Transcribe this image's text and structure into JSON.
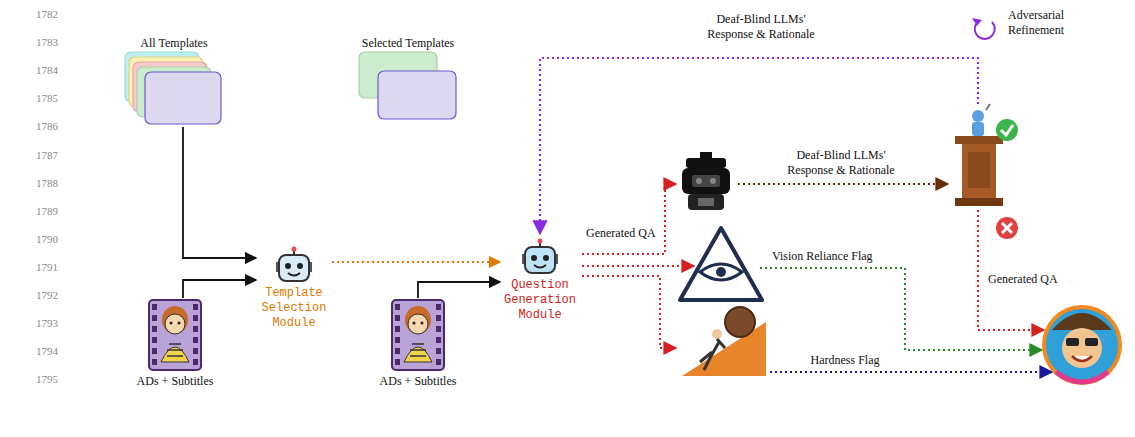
{
  "diagram": {
    "nodes": [
      {
        "text": [
          "All Templates"
        ]
      },
      {
        "text": [
          "ADs + Subtitles"
        ]
      },
      {
        "text": [
          "Template Selection Module"
        ]
      },
      {
        "text": [
          "Selected Templates"
        ]
      },
      {
        "text": [
          "ADs + Subtitles"
        ]
      },
      {
        "text": [
          "Question Generation Module"
        ]
      }
    ],
    "edges": [
      {
        "from": 0,
        "to": 2,
        "arrow": "to"
      },
      {
        "from": 1,
        "to": 2,
        "arrow": "to"
      },
      {
        "from": 2,
        "to": 5,
        "arrow": "to"
      },
      {
        "from": 4,
        "to": 5,
        "arrow": "to"
      }
    ],
    "labels": [
      "1782",
      "1783",
      "1784",
      "1785",
      "1786",
      "1787",
      "1788",
      "1789",
      "1790",
      "1791",
      "1792",
      "1793",
      "1794",
      "1795",
      "Deaf-Blind LLMs' Response & Rationale",
      "Adversarial Refinement",
      "Generated QA",
      "Deaf-Blind LLMs' Response & Rationale",
      "Vision Reliance Flag",
      "Generated QA",
      "Hardness Flag"
    ]
  }
}
